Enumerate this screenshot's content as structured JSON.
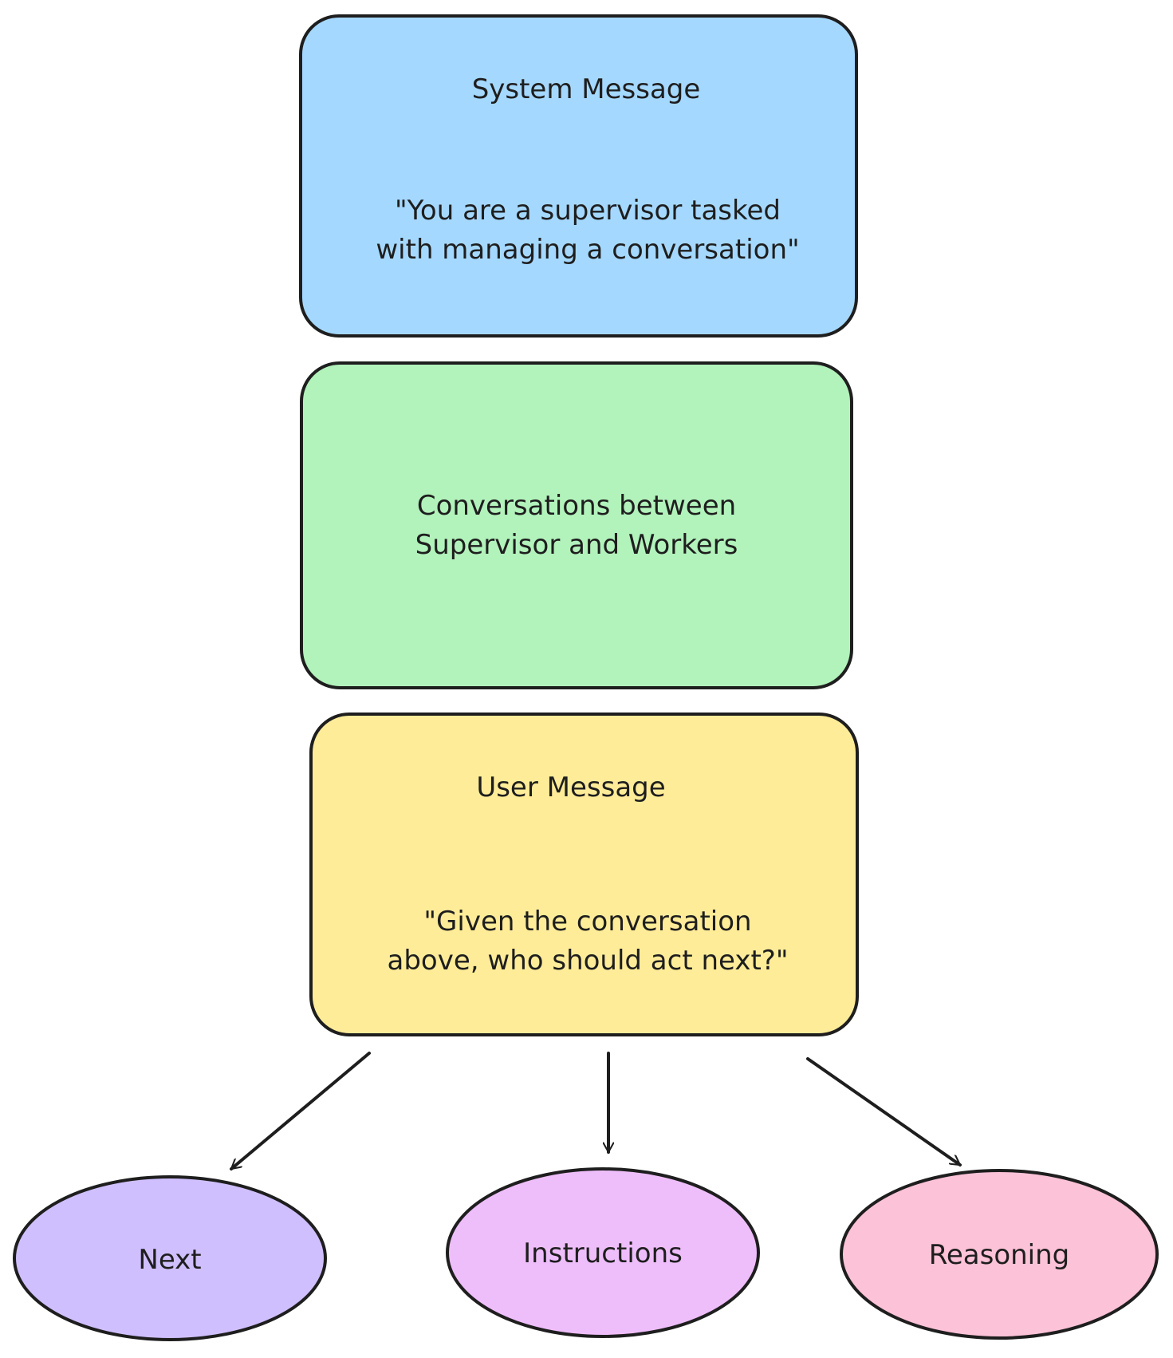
{
  "diagram": {
    "boxes": [
      {
        "id": "system-message",
        "title": "System Message",
        "body": [
          "\"You are a supervisor tasked",
          "with managing a conversation\""
        ],
        "fill": "#a5d8ff"
      },
      {
        "id": "conversations",
        "title": "",
        "body": [
          "Conversations between",
          "Supervisor and Workers"
        ],
        "fill": "#b2f2bb"
      },
      {
        "id": "user-message",
        "title": "User Message",
        "body": [
          "\"Given the conversation",
          "above, who should act next?\""
        ],
        "fill": "#ffec99"
      }
    ],
    "outputs": [
      {
        "id": "next",
        "label": "Next",
        "fill": "#d0bfff"
      },
      {
        "id": "instructions",
        "label": "Instructions",
        "fill": "#eebefa"
      },
      {
        "id": "reasoning",
        "label": "Reasoning",
        "fill": "#fcc2d7"
      }
    ],
    "stroke_color": "#1e1e1e",
    "edges": [
      {
        "from": "user-message",
        "to": "next"
      },
      {
        "from": "user-message",
        "to": "instructions"
      },
      {
        "from": "user-message",
        "to": "reasoning"
      }
    ]
  }
}
